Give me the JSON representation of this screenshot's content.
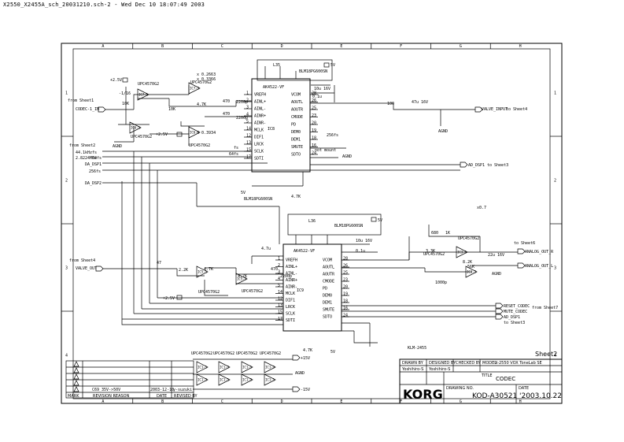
{
  "header": {
    "filename": "X2550_X2455A_sch_20031210.sch-2 - Wed Dec 10 18:07:49 2003"
  },
  "grid": {
    "cols": [
      "A",
      "B",
      "C",
      "D",
      "E",
      "F",
      "G",
      "H"
    ],
    "rows": [
      "1",
      "2",
      "3",
      "4"
    ]
  },
  "codec_top": {
    "part": "AK4522-VF",
    "ref": "IC8",
    "pins_left": [
      "VREFH",
      "AINL+",
      "AINL-",
      "AINR+",
      "AINR-",
      "MCLK",
      "DIF1",
      "LRCK",
      "SCLK",
      "SDTI"
    ],
    "pins_right": [
      "VCOM",
      "AOUTL",
      "AOUTR",
      "CMODE",
      "PD",
      "DEM0",
      "DEM1",
      "SMUTE",
      "SDTO"
    ],
    "pin_nums_left": [
      "1",
      "2",
      "3",
      "4",
      "5",
      "14",
      "12",
      "13",
      "15",
      "17"
    ],
    "pin_nums_right": [
      "28",
      "26",
      "25",
      "23",
      "20",
      "19",
      "18",
      "16",
      "24"
    ]
  },
  "codec_bot": {
    "part": "AK4522-VF",
    "ref": "IC9",
    "pins_left": [
      "VREFH",
      "AINL+",
      "AINL-",
      "AINR+",
      "AINR-",
      "MCLK",
      "DIF1",
      "LRCK",
      "SCLK",
      "SDTI"
    ],
    "pins_right": [
      "VCOM",
      "AOUTL",
      "AOUTR",
      "CMODE",
      "PD",
      "DEM0",
      "DEM1",
      "SMUTE",
      "SDTO"
    ],
    "pin_nums_left": [
      "1",
      "2",
      "3",
      "4",
      "5",
      "14",
      "12",
      "13",
      "15",
      "17"
    ],
    "pin_nums_right": [
      "28",
      "26",
      "25",
      "23",
      "20",
      "19",
      "18",
      "16",
      "24"
    ]
  },
  "opamps": {
    "part": "UPC4570G2",
    "refs": [
      "IC7-1",
      "IC7-2",
      "IC6-1",
      "IC6-2",
      "IC5-1",
      "IC5-2",
      "IC3-1",
      "IC3-2",
      "IC1-1",
      "IC1-2"
    ]
  },
  "nets": {
    "codec1_in": "CODEC-1_IN",
    "valve_input": "VALVE_INPUT",
    "valve_out": "VALVE_OUT",
    "analog_out_r": "ANALOG_OUT_R",
    "analog_out_l": "ANALOG_OUT_L",
    "reset_codec": "RESET_CODEC",
    "mute_codec": "MUTE_CODEC",
    "ad_dsp1": "AD_DSP1",
    "ad_dsp1_2": "AD_DSP1",
    "da_dsp1": "DA_DSP1",
    "da_dsp2": "DA_DSP2",
    "fs": "fs",
    "fs64": "64fs",
    "fs256": "256fs",
    "mclk": "2.8224MHz",
    "khz441": "44.1kHz",
    "agnd": "AGND",
    "v5": "5V",
    "p2_5v": "+2.5V",
    "p15v": "+15V",
    "m15v": "-15V",
    "mgnd": "AGND"
  },
  "sheets": {
    "from_sheet1": "from Sheet1",
    "from_sheet2": "from Sheet2",
    "from_sheet4": "from Sheet4",
    "from_sheet7": "from Sheet7",
    "to_sheet4": "to Sheet4",
    "to_sheet3": "to Sheet3",
    "to_sheet3b": "to Sheet3",
    "to_sheet6": "to Sheet6",
    "to_sheet6b": "to Sheet6"
  },
  "components": {
    "r_gain": "-1/16",
    "x1": "x 0.2663",
    "x2": "x 0.3366",
    "x3": "x 0.3934",
    "x4": "x0.7",
    "r10k": "10K",
    "r4_7k": "4.7K",
    "r470": "470",
    "c2200p": "2200p",
    "r100": "100",
    "c47u": "47u 16V",
    "not_mount": "not mount",
    "l_top": "L35",
    "l_bot": "L36",
    "ferrite": "BLM18PG600SN",
    "c10u": "10u 16V",
    "c22u": "22u 16V",
    "c0_1u": "0.1u",
    "r47": "47",
    "r2_2k": "2.2K",
    "r1k": "1K",
    "r3_3k": "3.3K",
    "c4_7u": "4.7u",
    "r8_2k": "8.2K",
    "r5_6k": "5.6K",
    "r56k": "56K",
    "c1000p": "1000p",
    "r22k": "22K",
    "r680": "680"
  },
  "title_block": {
    "title": "CODEC",
    "sheet": "Sheet2",
    "drawing_no": "KOD-A30521",
    "date": "'2003.10.22",
    "model": "X-2550 VOX ToneLab SE",
    "drawn_by_label": "DRAWN BY",
    "designed_by_label": "DESIGNED BY",
    "checked_by_label": "CHECKED BY",
    "model_label": "MODEL",
    "title_label": "TITLE",
    "drawing_no_label": "DRAWING NO.",
    "date_label": "DATE",
    "drawn_by": "Yoshihiro-S",
    "designed_by": "Yoshihiro-S",
    "logo": "KORG",
    "klm": "KLM-2455"
  },
  "revision": {
    "row_reason": "C69 35V->50V",
    "row_date": "2003-12-10",
    "row_by": "y-suzuki",
    "col_mark": "MARK",
    "col_reason": "REVISION REASON",
    "col_date": "DATE",
    "col_by": "REVISED BY"
  }
}
